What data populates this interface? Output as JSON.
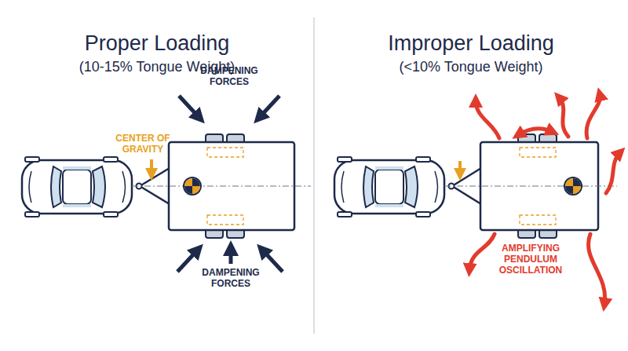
{
  "diagram": {
    "labels": [
      "Proper Loading",
      "(10-15% Tongue Weight)",
      "Improper Loading",
      "(<10% Tongue Weight)",
      "CENTER OF GRAVITY",
      "DAMPENING FORCES",
      "DAMPENING FORCES",
      "AMPLIFYING PENDULUM OSCILLATION"
    ]
  }
}
